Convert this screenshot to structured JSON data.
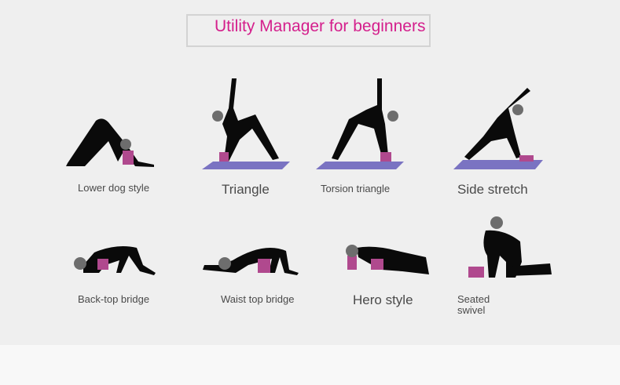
{
  "title": "Utility Manager for beginners",
  "colors": {
    "title": "#d41f8c",
    "figure": "#0a0a0a",
    "head": "#6d6d6d",
    "block": "#b0498e",
    "mat": "#7a73c2",
    "label": "#4a4a4a"
  },
  "poses": [
    {
      "label": "Lower dog style"
    },
    {
      "label": "Triangle"
    },
    {
      "label": "Torsion triangle"
    },
    {
      "label": "Side stretch"
    },
    {
      "label": "Back-top bridge"
    },
    {
      "label": "Waist top bridge"
    },
    {
      "label": "Hero style"
    },
    {
      "label": "Seated swivel"
    }
  ]
}
